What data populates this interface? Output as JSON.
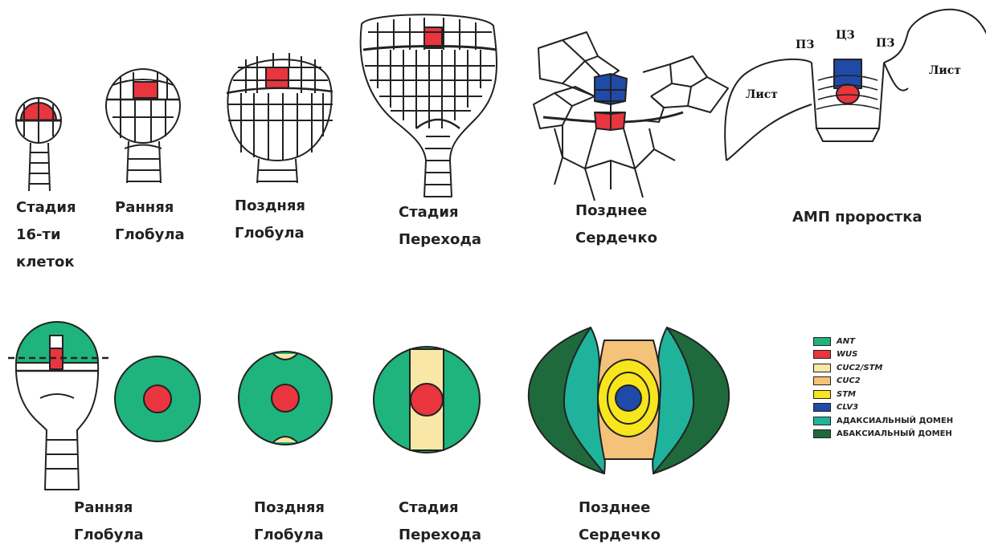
{
  "colors": {
    "ant": "#1fb37d",
    "wus": "#e8353e",
    "cuc2_stm": "#f8e7a6",
    "cuc2": "#f5c27a",
    "stm": "#f7e51d",
    "clv3": "#1f4aa8",
    "adaxial": "#1fb39b",
    "abaxial": "#1f6a3c"
  },
  "top_labels": [
    {
      "lines": [
        "Стадия",
        "16-ти",
        "клеток"
      ]
    },
    {
      "lines": [
        "Ранняя",
        "Глобула"
      ]
    },
    {
      "lines": [
        "Поздняя",
        "Глобула"
      ]
    },
    {
      "lines": [
        "Стадия",
        "Перехода"
      ]
    },
    {
      "lines": [
        "Позднее",
        "Сердечко"
      ]
    },
    {
      "lines": [
        "АМП проростка"
      ]
    }
  ],
  "bottom_labels": [
    {
      "lines": [
        "Ранняя",
        "Глобула"
      ]
    },
    {
      "lines": [
        "Поздняя",
        "Глобула"
      ]
    },
    {
      "lines": [
        "Стадия",
        "Перехода"
      ]
    },
    {
      "lines": [
        "Позднее",
        "Сердечко"
      ]
    }
  ],
  "sam_zone_labels": {
    "left_pz": "ПЗ",
    "center_cz": "ЦЗ",
    "right_pz": "ПЗ",
    "left_leaf": "Лист",
    "right_leaf": "Лист"
  },
  "legend": [
    {
      "label": "ANT",
      "color_key": "ant",
      "italic": true
    },
    {
      "label": "WUS",
      "color_key": "wus",
      "italic": true
    },
    {
      "label": "CUC2/STM",
      "color_key": "cuc2_stm",
      "italic": true
    },
    {
      "label": "CUC2",
      "color_key": "cuc2",
      "italic": true
    },
    {
      "label": "STM",
      "color_key": "stm",
      "italic": true
    },
    {
      "label": "CLV3",
      "color_key": "clv3",
      "italic": true
    },
    {
      "label": "АДАКСИАЛЬНЫЙ ДОМЕН",
      "color_key": "adaxial",
      "italic": false
    },
    {
      "label": "АБАКСИАЛЬНЫЙ ДОМЕН",
      "color_key": "abaxial",
      "italic": false
    }
  ]
}
